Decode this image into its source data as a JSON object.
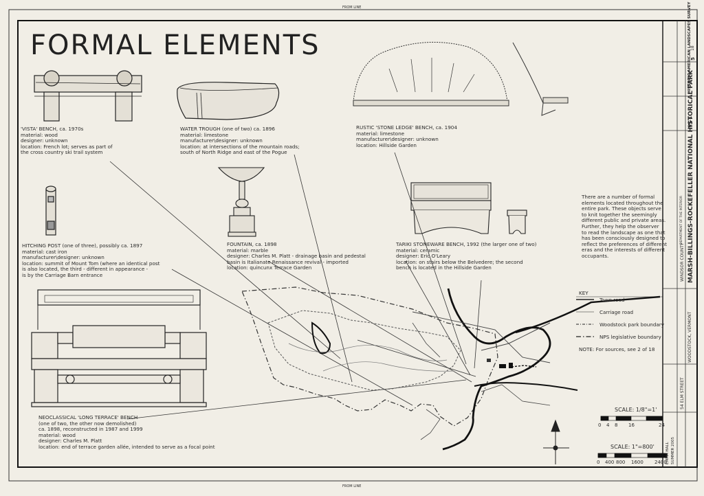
{
  "sheet": {
    "title": "FORMAL ELEMENTS",
    "edge_label_top": "FROM LINE",
    "edge_label_bottom": "FROM LINE",
    "description": [
      "There are a number of formal",
      "elements located throughout the",
      "entire park. These objects serve",
      "to knit together the seemingly",
      "different public and private areas.",
      "Further, they help the observer",
      "to read the landscape as one that",
      "has been consciously designed to",
      "reflect the preferences of different",
      "eras and the interests of different",
      "occupants."
    ]
  },
  "captions": {
    "vista": [
      "'VISTA' BENCH, ca. 1970s",
      "material: wood",
      "designer: unknown",
      "location: French lot; serves as part of",
      "the cross country ski trail system"
    ],
    "trough": [
      "WATER TROUGH (one of two) ca. 1896",
      "material: limestone",
      "manufacturer\\designer: unknown",
      "location: at intersections of the mountain roads;",
      "south of North Ridge and east of the Pogue"
    ],
    "ledge": [
      "RUSTIC 'STONE LEDGE' BENCH, ca. 1904",
      "material: limestone",
      "manufacturer\\designer: unknown",
      "location: Hillside Garden"
    ],
    "hitching": [
      "HITCHING POST (one of three), possibly ca. 1897",
      "material: cast iron",
      "manufacturer\\designer: unknown",
      "location: summit of Mount Tom (where an identical post",
      "is also located, the third - different in appearance -",
      "is by the Carriage Barn entrance"
    ],
    "fountain": [
      "FOUNTAIN, ca. 1898",
      "material: marble",
      "designer: Charles M. Platt - drainage basin and pedestal",
      "basin is Italianate Renaissance revival - imported",
      "location: quincunx Terrace Garden"
    ],
    "tariki": [
      "TARIKI STONEWARE BENCH, 1992 (the larger one of two)",
      "material: ceramic",
      "designer: Eric O'Leary",
      "location: on stairs below the Belvedere; the second",
      "bench is located in the Hillside Garden"
    ],
    "terrace": [
      "NEOCLASSICAL 'LONG TERRACE' BENCH",
      "(one of two, the other now demolished)",
      "ca. 1898, reconstructed in 1987 and 1999",
      "material: wood",
      "designer: Charles M. Platt",
      "location: end of terrace garden allée, intended to serve as a focal point"
    ]
  },
  "legend": {
    "title": "KEY",
    "items": [
      "Town road",
      "Carriage road",
      "Woodstock park boundary",
      "NPS legislative boundary"
    ],
    "note": "NOTE: For sources, see 2 of 18"
  },
  "scales": {
    "small": {
      "label": "SCALE: 1/8\"=1'",
      "ticks": [
        "0",
        "4",
        "8",
        "16",
        "24"
      ]
    },
    "large": {
      "label": "SCALE: 1\"=800'",
      "ticks": [
        "0",
        "400",
        "800",
        "1600",
        "2400"
      ]
    }
  },
  "title_block": {
    "park_name": "MARSH-BILLINGS-ROCKEFELLER NATIONAL HISTORICAL PARK",
    "county": "WINDSOR COUNTY",
    "city_state": "WOODSTOCK, VERMONT",
    "street": "54 ELM STREET",
    "survey": "HISTORIC AMERICAN LANDSCAPES SURVEY",
    "survey_id": "VT-1",
    "sheet_number": "5",
    "sheet_of": "18",
    "delineator": "EMMA HALL",
    "dept": "DEPARTMENT OF THE INTERIOR",
    "drawn_by": "SUMMER 2005"
  }
}
